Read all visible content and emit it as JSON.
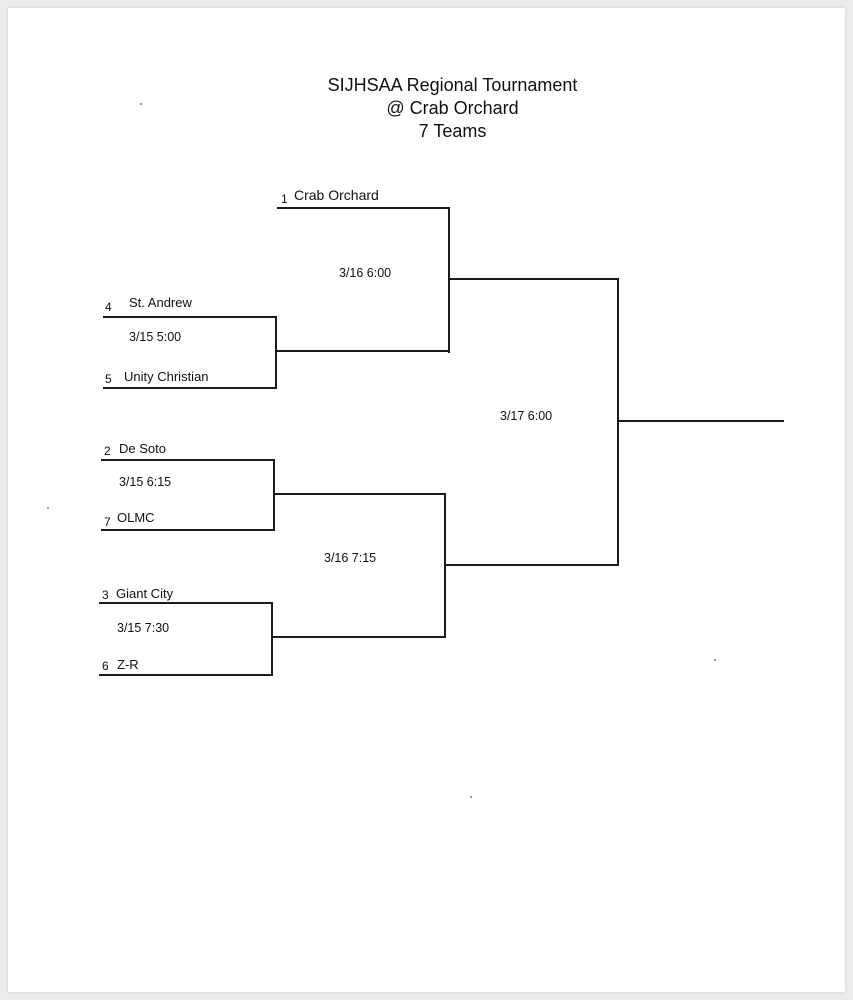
{
  "title": {
    "line1": "SIJHSAA Regional Tournament",
    "line2": "@ Crab Orchard",
    "line3": "7 Teams"
  },
  "teams": [
    {
      "seed": "1",
      "name": "Crab Orchard"
    },
    {
      "seed": "4",
      "name": "St. Andrew"
    },
    {
      "seed": "5",
      "name": "Unity Christian"
    },
    {
      "seed": "2",
      "name": "De Soto"
    },
    {
      "seed": "7",
      "name": "OLMC"
    },
    {
      "seed": "3",
      "name": "Giant City"
    },
    {
      "seed": "6",
      "name": "Z-R"
    }
  ],
  "games": {
    "g1": "3/15  5:00",
    "g2": "3/15  6:15",
    "g3": "3/15  7:30",
    "semi1": "3/16  6:00",
    "semi2": "3/16  7:15",
    "final": "3/17  6:00"
  }
}
